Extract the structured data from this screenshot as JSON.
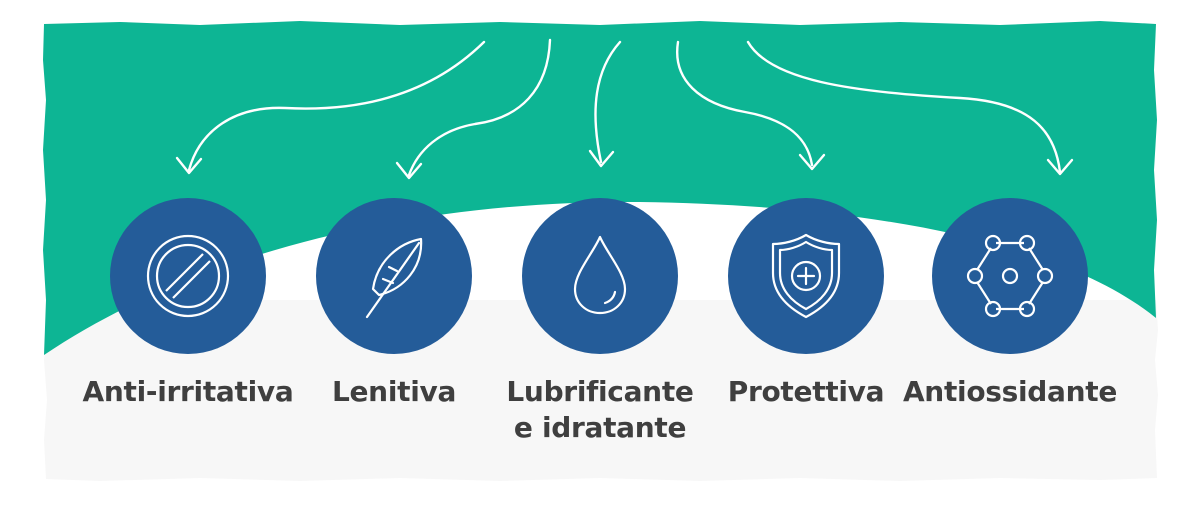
{
  "colors": {
    "teal": "#0db594",
    "light": "#f7f7f7",
    "navy": "#245c99",
    "text": "#3f3f3f"
  },
  "properties": [
    {
      "icon": "prohibited-circle-icon",
      "lines": [
        "Anti-irritativa"
      ]
    },
    {
      "icon": "feather-icon",
      "lines": [
        "Lenitiva"
      ]
    },
    {
      "icon": "water-drop-icon",
      "lines": [
        "Lubrificante",
        "e idratante"
      ]
    },
    {
      "icon": "shield-plus-icon",
      "lines": [
        "Protettiva"
      ]
    },
    {
      "icon": "molecule-icon",
      "lines": [
        "Antiossidante"
      ]
    }
  ]
}
